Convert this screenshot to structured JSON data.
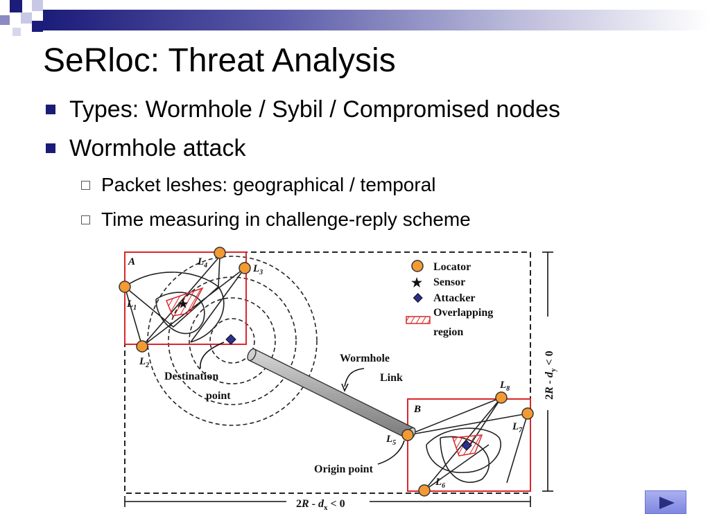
{
  "slide": {
    "title": "SeRloc: Threat Analysis",
    "bullets": [
      {
        "text": "Types: Wormhole / Sybil / Compromised nodes",
        "level": 1
      },
      {
        "text": "Wormhole attack",
        "level": 1
      },
      {
        "text": "Packet leshes: geographical / temporal",
        "level": 2
      },
      {
        "text": "Time measuring in challenge-reply scheme",
        "level": 2
      }
    ],
    "accent_color": "#1b1b78"
  },
  "figure": {
    "region_a": "A",
    "region_b": "B",
    "locators": {
      "L1": "L",
      "L1_sub": "1",
      "L2": "L",
      "L2_sub": "2",
      "L3": "L",
      "L3_sub": "3",
      "L4": "L",
      "L4_sub": "4",
      "L5": "L",
      "L5_sub": "5",
      "L6": "L",
      "L6_sub": "6",
      "L7": "L",
      "L7_sub": "7",
      "L8": "L",
      "L8_sub": "8"
    },
    "legend": {
      "locator": "Locator",
      "sensor": "Sensor",
      "attacker": "Attacker",
      "overlapping_1": "Overlapping",
      "overlapping_2": "region"
    },
    "wormhole_1": "Wormhole",
    "wormhole_2": "Link",
    "destination_1": "Destination",
    "destination_2": "point",
    "origin": "Origin point",
    "dim_x_pre": "2",
    "dim_x_R": "R",
    "dim_x_mid": " - ",
    "dim_x_d": "d",
    "dim_x_sub": "x",
    "dim_x_post": " < 0",
    "dim_y_pre": "2",
    "dim_y_R": "R",
    "dim_y_mid": " - ",
    "dim_y_d": "d",
    "dim_y_sub": "y",
    "dim_y_post": " < 0",
    "colors": {
      "locator": "#f39a33",
      "attacker": "#2b2f8f",
      "region": "#d9262a",
      "wormhole": "#a9a9a9"
    }
  },
  "nav": {
    "next_icon": "play-triangle"
  }
}
